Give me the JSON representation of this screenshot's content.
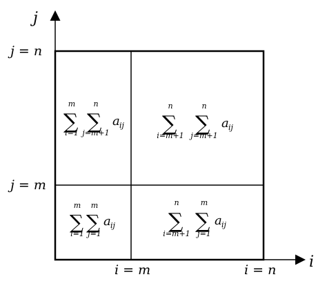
{
  "axes": {
    "x_label": "i",
    "y_label": "j"
  },
  "labels": {
    "y_top": "j = n",
    "y_mid": "j = m",
    "x_mid": "i = m",
    "x_end": "i = n"
  },
  "quadrants": {
    "top_left": {
      "sum1_upper": "m",
      "sum1_lower": "i=1",
      "sum2_upper": "n",
      "sum2_lower": "j=m+1",
      "term": "a",
      "term_sub": "ij"
    },
    "top_right": {
      "sum1_upper": "n",
      "sum1_lower": "i=m+1",
      "sum2_upper": "n",
      "sum2_lower": "j=m+1",
      "term": "a",
      "term_sub": "ij"
    },
    "bottom_left": {
      "sum1_upper": "m",
      "sum1_lower": "i=1",
      "sum2_upper": "m",
      "sum2_lower": "j=1",
      "term": "a",
      "term_sub": "ij"
    },
    "bottom_right": {
      "sum1_upper": "n",
      "sum1_lower": "i=m+1",
      "sum2_upper": "m",
      "sum2_lower": "j=1",
      "term": "a",
      "term_sub": "ij"
    }
  },
  "symbols": {
    "sum": "∑"
  }
}
